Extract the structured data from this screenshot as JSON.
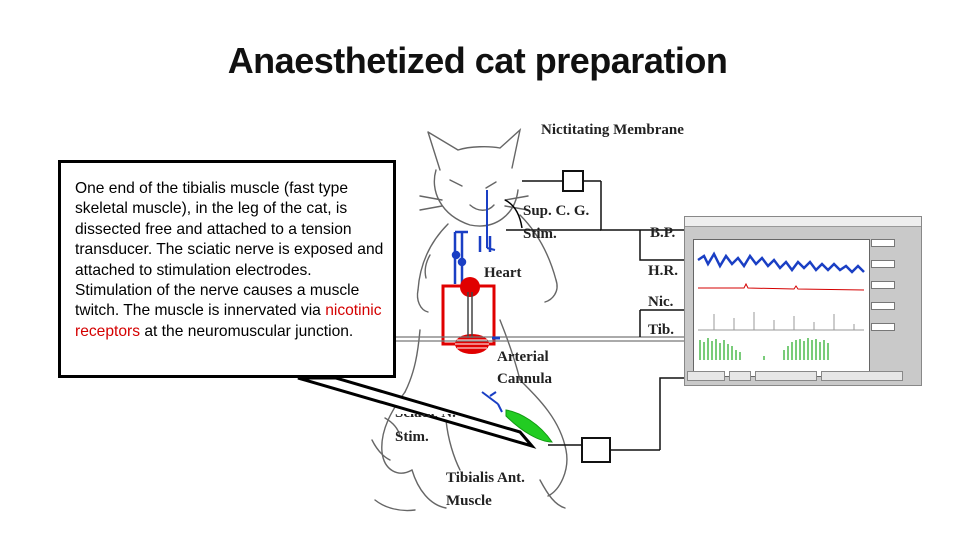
{
  "slide": {
    "title": "Anaesthetized cat preparation"
  },
  "callout": {
    "text_before": "One end of the tibialis muscle (fast type skeletal muscle), in the leg of the cat, is dissected free and attached to a tension transducer. The sciatic nerve is exposed and attached to stimulation electrodes. Stimulation of the nerve causes a muscle twitch. The muscle is innervated via ",
    "highlight": "nicotinic receptors",
    "text_after": " at the neuromuscular junction.",
    "highlight_color": "#d40000"
  },
  "diagram": {
    "labels": {
      "nictitating": "Nictitating Membrane",
      "sup_cg_1": "Sup. C. G.",
      "sup_cg_2": "Stim.",
      "heart": "Heart",
      "arterial_1": "Arterial",
      "arterial_2": "Cannula",
      "sciatic_1": "Sciatic N.",
      "sciatic_2": "Stim.",
      "tibialis_1": "Tibialis Ant.",
      "tibialis_2": "Muscle",
      "bp": "B.P.",
      "hr": "H.R.",
      "nic": "Nic.",
      "tib": "Tib."
    },
    "colors": {
      "heart": "#e00000",
      "nerve": "#1a3fc4",
      "muscle": "#22cc22",
      "bp_trace": "#1a3fc4",
      "hr_trace": "#d40000",
      "tib_trace": "#22aa22"
    }
  }
}
